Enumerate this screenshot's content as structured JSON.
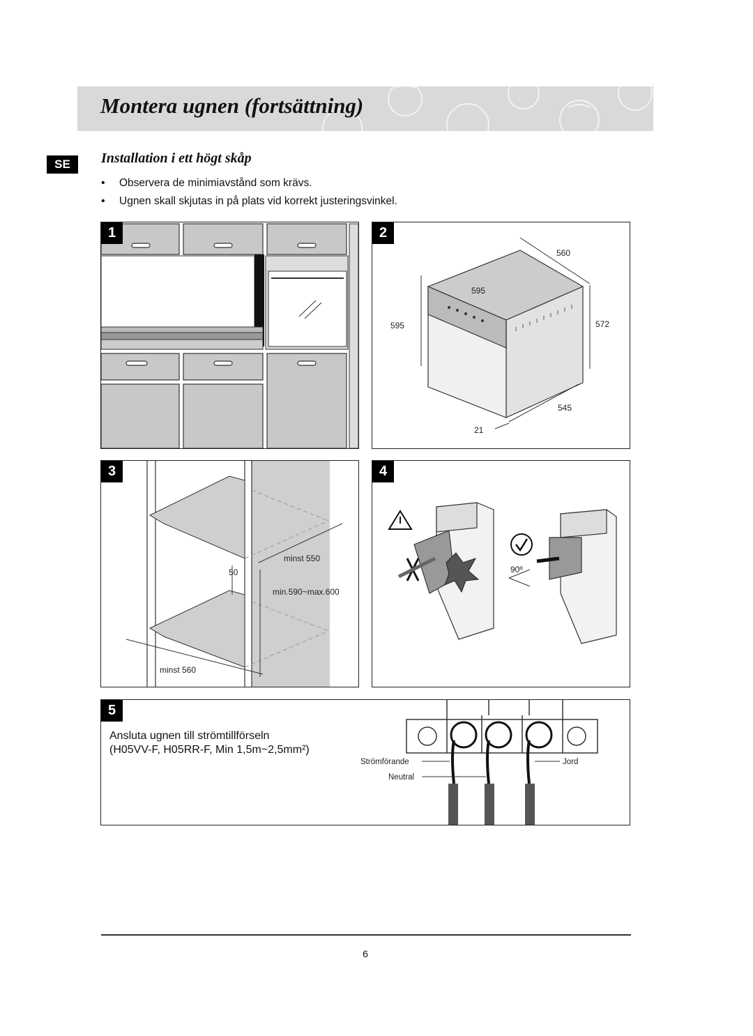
{
  "header": {
    "title": "Montera ugnen (fortsättning)"
  },
  "language_tag": "SE",
  "section": {
    "title": "Installation i ett högt skåp",
    "bullets": [
      "Observera de minimiavstånd som krävs.",
      "Ugnen skall skjutas in på plats vid korrekt justeringsvinkel."
    ]
  },
  "figures": {
    "fig1": {
      "number": "1"
    },
    "fig2": {
      "number": "2",
      "dims": {
        "depth": "560",
        "width_top": "595",
        "height_left": "595",
        "height_right": "572",
        "depth_body": "545",
        "door": "21"
      }
    },
    "fig3": {
      "number": "3",
      "labels": {
        "min_depth_top": "minst 550",
        "gap": "50",
        "height_range": "min.590~max.600",
        "min_depth_bottom": "minst 560"
      }
    },
    "fig4": {
      "number": "4",
      "angle": "90º"
    },
    "fig5": {
      "number": "5",
      "text_line1": "Ansluta ugnen till strömtillförseln",
      "text_line2": "(H05VV-F, H05RR-F, Min 1,5m~2,5mm²)",
      "labels": {
        "live": "Strömförande",
        "neutral": "Neutral",
        "earth": "Jord"
      }
    }
  },
  "footer": {
    "page": "6"
  }
}
